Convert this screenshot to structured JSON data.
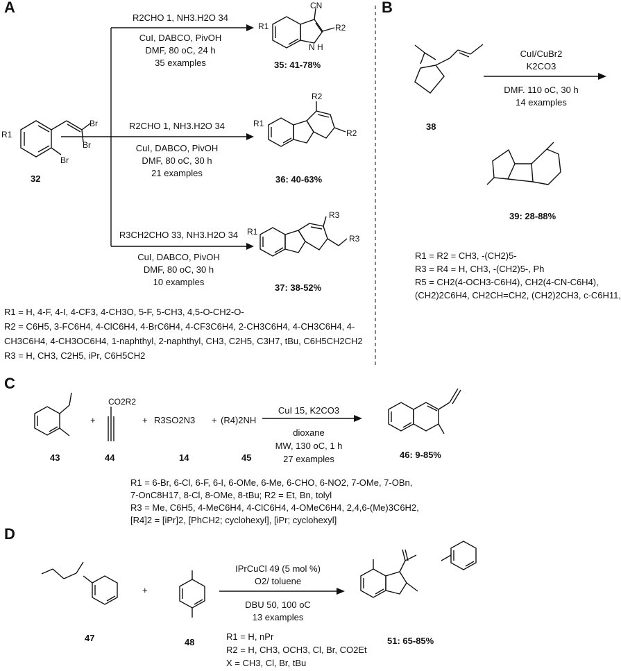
{
  "panel_labels": {
    "a": "A",
    "b": "B",
    "c": "C",
    "d": "D"
  },
  "panel_a": {
    "sm_label": "32",
    "sm_br1": "Br",
    "sm_br2": "Br",
    "sm_br3": "Br",
    "sm_r1": "R1",
    "top": {
      "reagent": "R2CHO 1, NH3.H2O 34",
      "cond1": "CuI, DABCO, PivOH",
      "cond2": "DMF, 80 oC, 24 h",
      "cond3": "35 examples",
      "product": "35: 41-78%",
      "cn": "CN",
      "r1": "R1",
      "r2": "R2",
      "nh": "N H"
    },
    "mid": {
      "reagent": "R2CHO 1, NH3.H2O 34",
      "cond1": "CuI, DABCO, PivOH",
      "cond2": "DMF, 80 oC, 30 h",
      "cond3": "21 examples",
      "product": "36: 40-63%",
      "r1": "R1",
      "r2": "R2",
      "r2b": "R2"
    },
    "bot": {
      "reagent": "R3CH2CHO 33, NH3.H2O 34",
      "cond1": "CuI, DABCO, PivOH",
      "cond2": "DMF, 80 oC, 30 h",
      "cond3": "10 examples",
      "product": "37: 38-52%",
      "r1": "R1",
      "r3": "R3",
      "r3b": "R3"
    },
    "notes": [
      "R1 = H, 4-F, 4-I, 4-CF3, 4-CH3O, 5-F, 5-CH3, 4,5-O-CH2-O-",
      "R2 = C6H5, 3-FC6H4, 4-ClC6H4, 4-BrC6H4, 4-CF3C6H4, 2-CH3C6H4, 4-CH3C6H4, 4-",
      "CH3C6H4, 4-CH3OC6H4, 1-naphthyl, 2-naphthyl, CH3, C2H5, C3H7, tBu, C6H5CH2CH2",
      "R3 = H, CH3, C2H5, iPr, C6H5CH2"
    ]
  },
  "panel_b": {
    "cond1": "CuI/CuBr2",
    "cond2": "K2CO3",
    "cond3": "DMF. 110 oC, 30 h",
    "cond4": "14 examples",
    "sm_label": "38",
    "product": "39: 28-88%",
    "notes": [
      "R1 = R2 = CH3, -(CH2)5-",
      "R3 = R4 = H, CH3, -(CH2)5-, Ph",
      "R5 = CH2(4-OCH3-C6H4), CH2(4-CN-C6H4),",
      "(CH2)2C6H4, CH2CH=CH2, (CH2)2CH3, c-C6H11,"
    ]
  },
  "panel_c": {
    "labels": [
      "43",
      "44",
      "14",
      "45"
    ],
    "reagent3": "R3SO2N3",
    "reagent4": "(R4)2NH",
    "ester": "CO2R2",
    "cond1": "CuI 15, K2CO3",
    "cond2": "dioxane",
    "cond3": "MW, 130 oC, 1 h",
    "cond4": "27 examples",
    "product": "46: 9-85%",
    "notes": [
      "R1 = 6-Br, 6-Cl, 6-F, 6-I, 6-OMe, 6-Me, 6-CHO, 6-NO2, 7-OMe, 7-OBn,",
      "7-OnC8H17, 8-Cl, 8-OMe, 8-tBu; R2 = Et, Bn, tolyl",
      "R3 = Me, C6H5, 4-MeC6H4, 4-ClC6H4, 4-OMeC6H4, 2,4,6-(Me)3C6H2,",
      "[R4]2 = [iPr]2, [PhCH2; cyclohexyl], [iPr; cyclohexyl]"
    ]
  },
  "panel_d": {
    "labels": [
      "47",
      "48"
    ],
    "cond1": "IPrCuCl 49 (5 mol %)",
    "cond2": "O2/ toluene",
    "cond3": "DBU 50, 100 oC",
    "cond4": "13 examples",
    "product": "51: 65-85%",
    "notes": [
      "R1 = H, nPr",
      "R2 = H, CH3, OCH3, Cl, Br, CO2Et",
      "X = CH3, Cl, Br, tBu"
    ]
  }
}
